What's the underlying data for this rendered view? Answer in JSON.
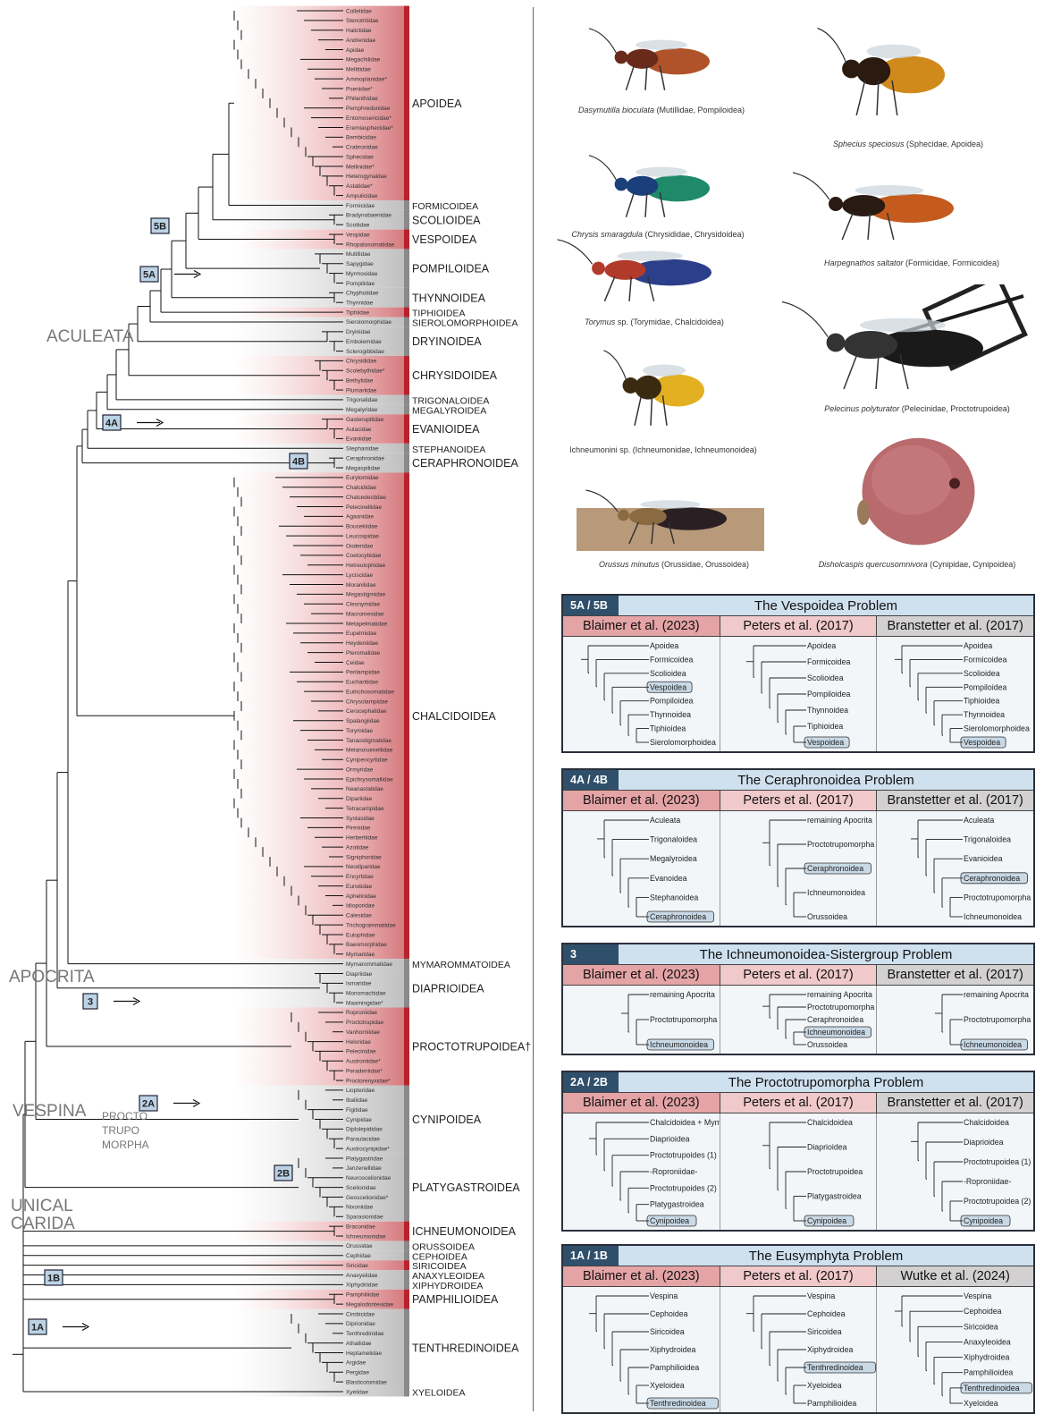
{
  "tree": {
    "superfamilies": [
      {
        "name": "APOIDEA",
        "fams": [
          "Colletidae",
          "Stenotritidae",
          "Halictidae",
          "Andrenidae",
          "Apidae",
          "Megachilidae",
          "Melittidae",
          "Ammoplanidae*",
          "Psenidae*",
          "Philanthidae",
          "Pemphredonidae",
          "Entomosericidae*",
          "Eremiasphecidae*",
          "Bembicidae",
          "Crabronidae",
          "Sphecidae",
          "Mellinidae*",
          "Heterogynaidae",
          "Astatidae*",
          "Ampulicidae"
        ],
        "shade": "red"
      },
      {
        "name": "FORMICOIDEA",
        "fams": [
          "Formicidae"
        ],
        "shade": "grey"
      },
      {
        "name": "SCOLIOIDEA",
        "fams": [
          "Bradynobaenidae",
          "Scoliidae"
        ],
        "shade": "grey"
      },
      {
        "name": "VESPOIDEA",
        "fams": [
          "Vespidae",
          "Rhopalosomatidae"
        ],
        "shade": "red"
      },
      {
        "name": "POMPILOIDEA",
        "fams": [
          "Mutillidae",
          "Sapygidae",
          "Myrmosidae",
          "Pompilidae"
        ],
        "shade": "grey"
      },
      {
        "name": "THYNNOIDEA",
        "fams": [
          "Chyphotidae",
          "Thynnidae"
        ],
        "shade": "grey"
      },
      {
        "name": "TIPHIOIDEA",
        "fams": [
          "Tiphiidae"
        ],
        "shade": "red"
      },
      {
        "name": "SIEROLOMORPHOIDEA",
        "fams": [
          "Sierolomorphidae"
        ],
        "shade": "grey"
      },
      {
        "name": "DRYINOIDEA",
        "fams": [
          "Dryinidae",
          "Embolemidae",
          "Sclerogibbidae"
        ],
        "shade": "grey"
      },
      {
        "name": "CHRYSIDOIDEA",
        "fams": [
          "Chrysididae",
          "Scolebythidae*",
          "Bethylidae",
          "Plumariidae"
        ],
        "shade": "red"
      },
      {
        "name": "TRIGONALOIDEA",
        "fams": [
          "Trigonalidae"
        ],
        "shade": "grey"
      },
      {
        "name": "MEGALYROIDEA",
        "fams": [
          "Megalyridae"
        ],
        "shade": "grey"
      },
      {
        "name": "EVANIOIDEA",
        "fams": [
          "Gasteruptiidae",
          "Aulacidae",
          "Evaniidae"
        ],
        "shade": "red"
      },
      {
        "name": "STEPHANOIDEA",
        "fams": [
          "Stephanidae"
        ],
        "shade": "grey"
      },
      {
        "name": "CERAPHRONOIDEA",
        "fams": [
          "Ceraphronidae",
          "Megaspilidae"
        ],
        "shade": "grey"
      },
      {
        "name": "CHALCIDOIDEA",
        "fams": [
          "Eurytomidae",
          "Chalcididae",
          "Chalcedectidae",
          "Pelecinellidae",
          "Agaonidae",
          "Boucekiidae",
          "Leucospidae",
          "Ooderidae",
          "Coelocybidae",
          "Hetreulophidae",
          "Lyciscidae",
          "Moranilidae",
          "Megastigmidae",
          "Cleonymidae",
          "Macromesidae",
          "Metapelmatidae",
          "Eupelmidae",
          "Heydeniidae",
          "Pteromalidae",
          "Ceidae",
          "Perilampidae",
          "Eucharitidae",
          "Eutrichosomatidae",
          "Chrysolampidae",
          "Cerocephalidae",
          "Spalangiidae",
          "Torymidae",
          "Tanaostigmatidae",
          "Melanosomellidae",
          "Cynipencyrtidae",
          "Ormyridae",
          "Epichrysomallidae",
          "Neanastatidae",
          "Dipariidae",
          "Tetracampidae",
          "Systasidae",
          "Pirenidae",
          "Herbertiidae",
          "Azotidae",
          "Signiphoridae",
          "Neodiparidae",
          "Encyrtidae",
          "Eunotidae",
          "Aphelinidae",
          "Idioporidae",
          "Calesidae",
          "Trichogrammatidae",
          "Eulophidae",
          "Baeomorphidae",
          "Mymaridae"
        ],
        "shade": "red"
      },
      {
        "name": "MYMAROMMATOIDEA",
        "fams": [
          "Mymarommatidae"
        ],
        "shade": "grey"
      },
      {
        "name": "DIAPRIOIDEA",
        "fams": [
          "Diapriidae",
          "Ismaridae",
          "Monomachidae",
          "Maamingidae*"
        ],
        "shade": "grey"
      },
      {
        "name": "PROCTOTRUPOIDEA†",
        "fams": [
          "Roproniidae",
          "Proctotrupidae",
          "Vanhorniidae",
          "Heloridae",
          "Pelecinidae",
          "Austroniidae*",
          "Peradeniidae*",
          "Proctorenyxidae*"
        ],
        "shade": "red"
      },
      {
        "name": "CYNIPOIDEA",
        "fams": [
          "Liopteridae",
          "Ibaliidae",
          "Figitidae",
          "Cynipidae",
          "Diplolepididae",
          "Paraulacidae",
          "Austrocynipidae*"
        ],
        "shade": "grey"
      },
      {
        "name": "PLATYGASTROIDEA",
        "fams": [
          "Platygastridae",
          "Janzenellidae",
          "Neuroscelionidae",
          "Scelionidae",
          "Geoscelionidae*",
          "Nixoniidae",
          "Sparasionidae"
        ],
        "shade": "grey"
      },
      {
        "name": "ICHNEUMONOIDEA",
        "fams": [
          "Braconidae",
          "Ichneumonidae"
        ],
        "shade": "red"
      },
      {
        "name": "ORUSSOIDEA",
        "fams": [
          "Orussidae"
        ],
        "shade": "grey"
      },
      {
        "name": "CEPHOIDEA",
        "fams": [
          "Cephidae"
        ],
        "shade": "grey"
      },
      {
        "name": "SIRICOIDEA",
        "fams": [
          "Siricidae"
        ],
        "shade": "red"
      },
      {
        "name": "ANAXYLEOIDEA",
        "fams": [
          "Anaxyelidae"
        ],
        "shade": "grey"
      },
      {
        "name": "XIPHYDROIDEA",
        "fams": [
          "Xiphydriidae"
        ],
        "shade": "grey"
      },
      {
        "name": "PAMPHILIOIDEA",
        "fams": [
          "Pamphiliidae",
          "Megalodontesidae"
        ],
        "shade": "red"
      },
      {
        "name": "TENTHREDINOIDEA",
        "fams": [
          "Cimbicidae",
          "Diprionidae",
          "Tenthredinidae",
          "Athaliidae",
          "Heptamelidae",
          "Argidae",
          "Pergidae",
          "Blasticotomidae"
        ],
        "shade": "grey"
      },
      {
        "name": "XYELOIDEA",
        "fams": [
          "Xyelidae"
        ],
        "shade": "grey"
      }
    ],
    "groups": {
      "aculeata": "ACULEATA",
      "apocrita": "APOCRITA",
      "vespina": "VESPINA",
      "procto": [
        "PROCTO",
        "TRUPO",
        "MORPHA"
      ],
      "unicalcarida": [
        "UNICAL",
        "CARIDA"
      ]
    },
    "nodes": [
      "5B",
      "5A",
      "4A",
      "4B",
      "3",
      "2A",
      "2B",
      "1B",
      "1A"
    ]
  },
  "photos": [
    {
      "species": "Dasymutilla bioculata",
      "rest": " (Mutillidae, Pompiloidea)"
    },
    {
      "species": "Sphecius speciosus",
      "rest": " (Sphecidae, Apoidea)"
    },
    {
      "species": "Chrysis smaragdula",
      "rest": " (Chrysididae, Chrysidoidea)"
    },
    {
      "species": "Harpegnathos saltator",
      "rest": " (Formicidae, Formicoidea)"
    },
    {
      "species": "Torymus",
      "rest": " sp. (Torymidae, Chalcidoidea)"
    },
    {
      "species": "Pelecinus polyturator",
      "rest": " (Pelecinidae, Proctotrupoidea)"
    },
    {
      "species": "",
      "rest": "Ichneumonini sp. (Ichneumonidae, Ichneumonoidea)"
    },
    {
      "species": "Orussus minutus",
      "rest": " (Orussidae, Orussoidea)"
    },
    {
      "species": "Disholcaspis quercusomnivora",
      "rest": " (Cynipidae, Cynipoidea)"
    }
  ],
  "panels": [
    {
      "code": "5A / 5B",
      "title": "The Vespoidea Problem",
      "cols": [
        "Blaimer et al. (2023)",
        "Peters et al. (2017)",
        "Branstetter et al. (2017)"
      ],
      "trees": [
        {
          "tips": [
            "Apoidea",
            "Formicoidea",
            "Scolioidea",
            "Vespoidea",
            "Pompiloidea",
            "Thynnoidea",
            "Tiphioidea",
            "Sierolomorphoidea"
          ],
          "hl": "Vespoidea"
        },
        {
          "tips": [
            "Apoidea",
            "Formicoidea",
            "Scolioidea",
            "Pompiloidea",
            "Thynnoidea",
            "Tiphioidea",
            "Vespoidea"
          ],
          "hl": "Vespoidea"
        },
        {
          "tips": [
            "Apoidea",
            "Formicoidea",
            "Scolioidea",
            "Pompiloidea",
            "Tiphioidea",
            "Thynnoidea",
            "Sierolomorphoidea",
            "Vespoidea"
          ],
          "hl": "Vespoidea"
        }
      ]
    },
    {
      "code": "4A / 4B",
      "title": "The Ceraphronoidea Problem",
      "cols": [
        "Blaimer et al. (2023)",
        "Peters et al. (2017)",
        "Branstetter et al. (2017)"
      ],
      "trees": [
        {
          "tips": [
            "Aculeata",
            "Trigonaloidea",
            "Megalyroidea",
            "Evanoidea",
            "Stephanoidea",
            "Ceraphronoidea"
          ],
          "hl": "Ceraphronoidea"
        },
        {
          "tips": [
            "remaining Apocrita",
            "Proctotrupomorpha",
            "Ceraphronoidea",
            "Ichneumonoidea",
            "Orussoidea"
          ],
          "hl": "Ceraphronoidea"
        },
        {
          "tips": [
            "Aculeata",
            "Trigonaloidea",
            "Evanioidea",
            "Ceraphronoidea",
            "Proctotrupomorpha",
            "Ichneumonoidea"
          ],
          "hl": "Ceraphronoidea"
        }
      ]
    },
    {
      "code": "3",
      "title": "The Ichneumonoidea-Sistergroup Problem",
      "cols": [
        "Blaimer et al. (2023)",
        "Peters et al. (2017)",
        "Branstetter et al. (2017)"
      ],
      "trees": [
        {
          "tips": [
            "remaining Apocrita",
            "Proctotrupomorpha",
            "Ichneumonoidea"
          ],
          "hl": "Ichneumonoidea"
        },
        {
          "tips": [
            "remaining Apocrita",
            "Proctotrupomorpha",
            "Ceraphronoidea",
            "Ichneumonoidea",
            "Orussoidea"
          ],
          "hl": "Ichneumonoidea"
        },
        {
          "tips": [
            "remaining Apocrita",
            "Proctotrupomorpha",
            "Ichneumonoidea"
          ],
          "hl": "Ichneumonoidea"
        }
      ]
    },
    {
      "code": "2A / 2B",
      "title": "The Proctotrupomorpha Problem",
      "cols": [
        "Blaimer et al. (2023)",
        "Peters et al. (2017)",
        "Branstetter et al. (2017)"
      ],
      "trees": [
        {
          "tips": [
            "Chalcidoidea + Mymarommatoidea",
            "Diaprioidea",
            "Proctotrupoides (1)",
            "-Roproniidae-",
            "Proctotrupoides (2)",
            "Platygastroidea",
            "Cynipoidea"
          ],
          "hl": "Cynipoidea"
        },
        {
          "tips": [
            "Chalcidoidea",
            "Diaprioidea",
            "Proctotrupoidea",
            "Platygastroidea",
            "Cynipoidea"
          ],
          "hl": "Cynipoidea"
        },
        {
          "tips": [
            "Chalcidoidea",
            "Diaprioidea",
            "Proctotrupoidea (1)",
            "-Roproniidae-",
            "Proctotrupoidea (2)",
            "Cynipoidea"
          ],
          "hl": "Cynipoidea"
        }
      ]
    },
    {
      "code": "1A / 1B",
      "title": "The Eusymphyta Problem",
      "cols": [
        "Blaimer et al. (2023)",
        "Peters et al. (2017)",
        "Wutke et al. (2024)"
      ],
      "trees": [
        {
          "tips": [
            "Vespina",
            "Cephoidea",
            "Siricoidea",
            "Xiphydroidea",
            "Pamphilioidea",
            "Xyeloidea",
            "Tenthredinoidea"
          ],
          "hl": "Tenthredinoidea"
        },
        {
          "tips": [
            "Vespina",
            "Cephoidea",
            "Siricoidea",
            "Xiphydroidea",
            "Tenthredinoidea",
            "Xyeloidea",
            "Pamphilioidea"
          ],
          "hl": "Tenthredinoidea"
        },
        {
          "tips": [
            "Vespina",
            "Cephoidea",
            "Siricoidea",
            "Anaxyleoidea",
            "Xiphydroidea",
            "Pamphilioidea",
            "Tenthredinoidea",
            "Xyeloidea"
          ],
          "hl": "Tenthredinoidea"
        }
      ]
    }
  ],
  "colors": {
    "red": "#b8242c",
    "red_light": "#e9b4b6",
    "grey": "#c8c8c8",
    "node": "#bcd3e6",
    "panel_code": "#2f4f6b",
    "panel_title": "#cfe0ee"
  }
}
